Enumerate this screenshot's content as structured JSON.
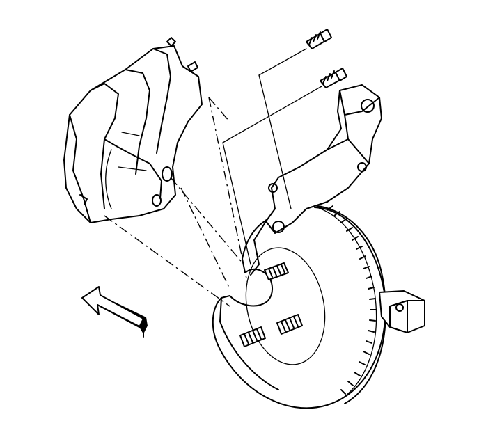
{
  "diagram": {
    "style": "black line art on white",
    "colors": {
      "ink": "#000000",
      "paper": "#ffffff"
    },
    "parts": [
      "brake-caliper",
      "brake-rotor",
      "caliper-mounting-bracket",
      "mounting-bolt",
      "wheel-stud",
      "steering-knuckle",
      "front-direction-arrow"
    ]
  }
}
